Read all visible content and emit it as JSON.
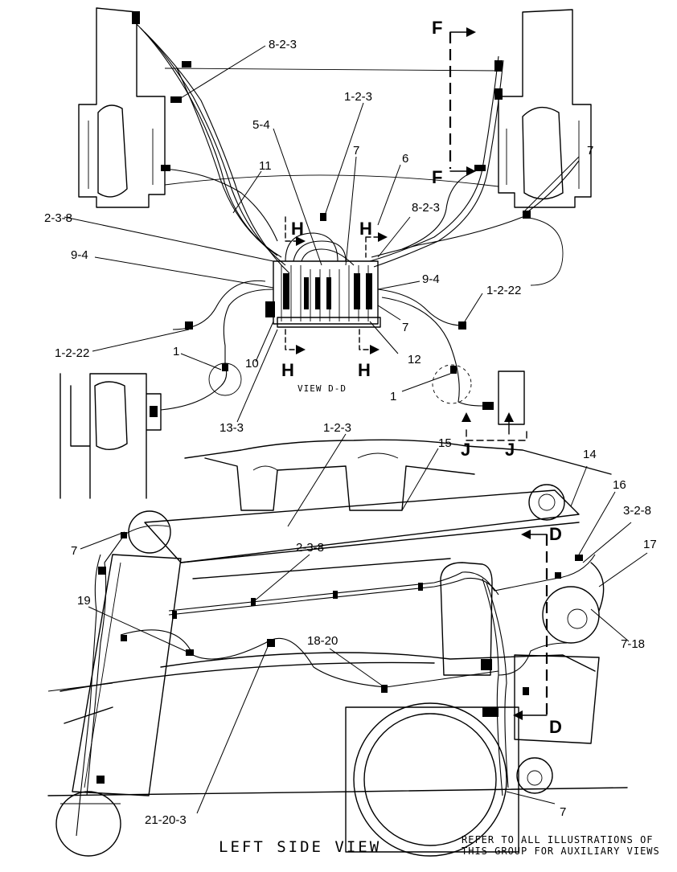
{
  "callouts": {
    "top_8_2_3": "8-2-3",
    "top_1_2_3": "1-2-3",
    "top_5_4": "5-4",
    "top_7a": "7",
    "top_6": "6",
    "top_7b": "7",
    "top_11": "11",
    "top_2_3_8": "2-3-8",
    "top_8_2_3b": "8-2-3",
    "top_9_4a": "9-4",
    "top_9_4b": "9-4",
    "top_1_2_22a": "1-2-22",
    "top_1_2_22b": "1-2-22",
    "top_7c": "7",
    "top_12": "12",
    "top_10": "10",
    "top_1a": "1",
    "top_1b": "1",
    "top_13_3": "13-3",
    "side_1_2_3": "1-2-3",
    "side_15": "15",
    "side_14": "14",
    "side_16": "16",
    "side_3_2_8": "3-2-8",
    "side_17": "17",
    "side_7a": "7",
    "side_2_3_8": "2-3-8",
    "side_19": "19",
    "side_18_20": "18-20",
    "side_7_18": "7-18",
    "side_21_20_3": "21-20-3",
    "side_7b": "7"
  },
  "section_marks": {
    "F_top": "F",
    "F_bottom": "F",
    "H_upper_left": "H",
    "H_upper_right": "H",
    "H_lower_left": "H",
    "H_lower_right": "H",
    "J_left": "J",
    "J_right": "J",
    "D_top": "D",
    "D_bottom": "D"
  },
  "view_label": "VIEW D-D",
  "title": "LEFT SIDE VIEW",
  "note_line1": "REFER TO ALL ILLUSTRATIONS OF",
  "note_line2": "THIS GROUP FOR AUXILIARY VIEWS"
}
